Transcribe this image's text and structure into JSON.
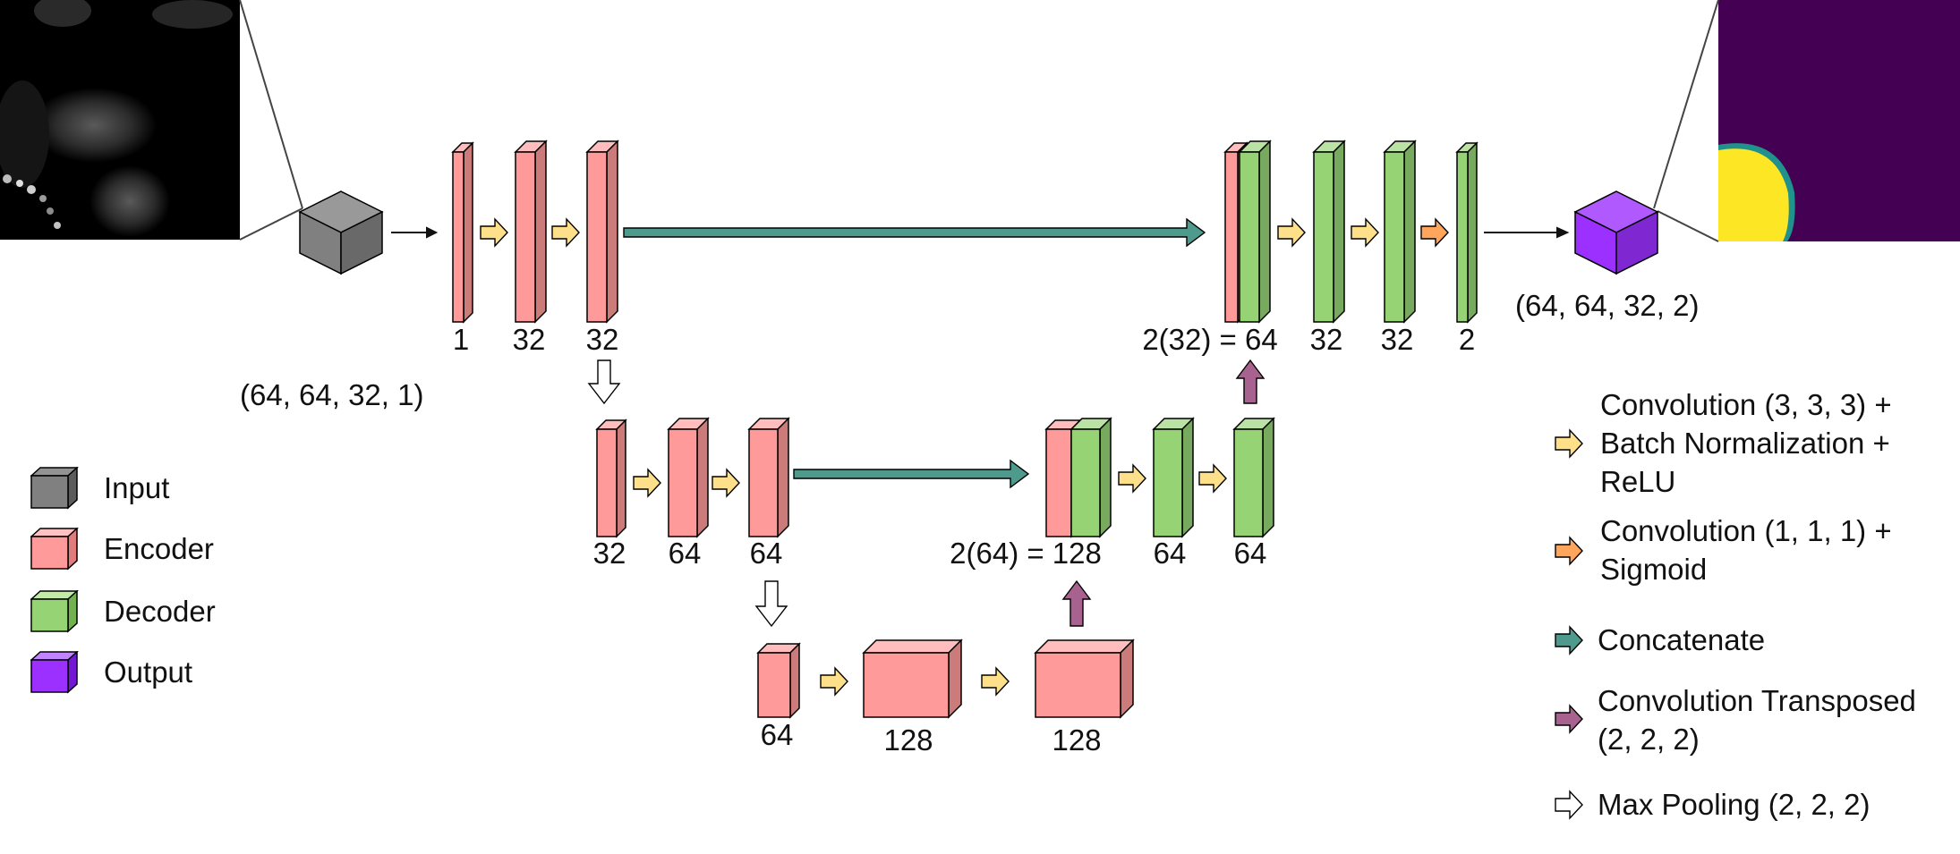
{
  "colors": {
    "input": "#808080",
    "encoder": "#ff9a9a",
    "decoder": "#95d375",
    "output": "#9b30ff",
    "conv_bn_relu_arrow": "#ffe08a",
    "conv_sigmoid_arrow": "#ffa55c",
    "concat_arrow": "#4e9a8c",
    "conv_transposed_arrow": "#a7628f",
    "maxpool_arrow": "#ffffff"
  },
  "shapes": {
    "input": "(64, 64, 32, 1)",
    "output": "(64, 64, 32, 2)"
  },
  "channels": {
    "level1_encoder": [
      "1",
      "32",
      "32"
    ],
    "level2_encoder": [
      "32",
      "64",
      "64"
    ],
    "bottleneck": [
      "64",
      "128",
      "128"
    ],
    "level2_decoder": [
      "2(64) = 128",
      "64",
      "64"
    ],
    "level1_decoder": [
      "2(32) = 64",
      "32",
      "32",
      "2"
    ]
  },
  "legend": {
    "input": "Input",
    "encoder": "Encoder",
    "decoder": "Decoder",
    "output": "Output"
  },
  "operations": {
    "conv_bn_relu": [
      "Convolution (3, 3, 3) +",
      "Batch Normalization +",
      "ReLU"
    ],
    "conv_sigmoid": [
      "Convolution (1, 1, 1) +",
      "Sigmoid"
    ],
    "concatenate": [
      "Concatenate"
    ],
    "conv_transposed": [
      "Convolution Transposed",
      "(2, 2, 2)"
    ],
    "max_pooling": [
      "Max Pooling (2, 2, 2)"
    ]
  }
}
